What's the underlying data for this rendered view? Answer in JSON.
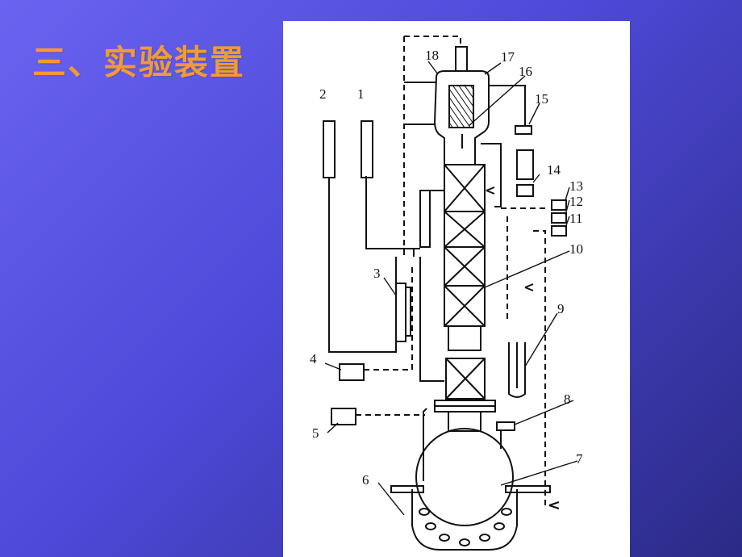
{
  "slide": {
    "title": "三、实验装置",
    "title_color": "#f29a36",
    "background_color": "#5650e0"
  },
  "diagram": {
    "labels": [
      "1",
      "2",
      "3",
      "4",
      "5",
      "6",
      "7",
      "8",
      "9",
      "10",
      "11",
      "12",
      "13",
      "14",
      "15",
      "16",
      "17",
      "18"
    ]
  }
}
